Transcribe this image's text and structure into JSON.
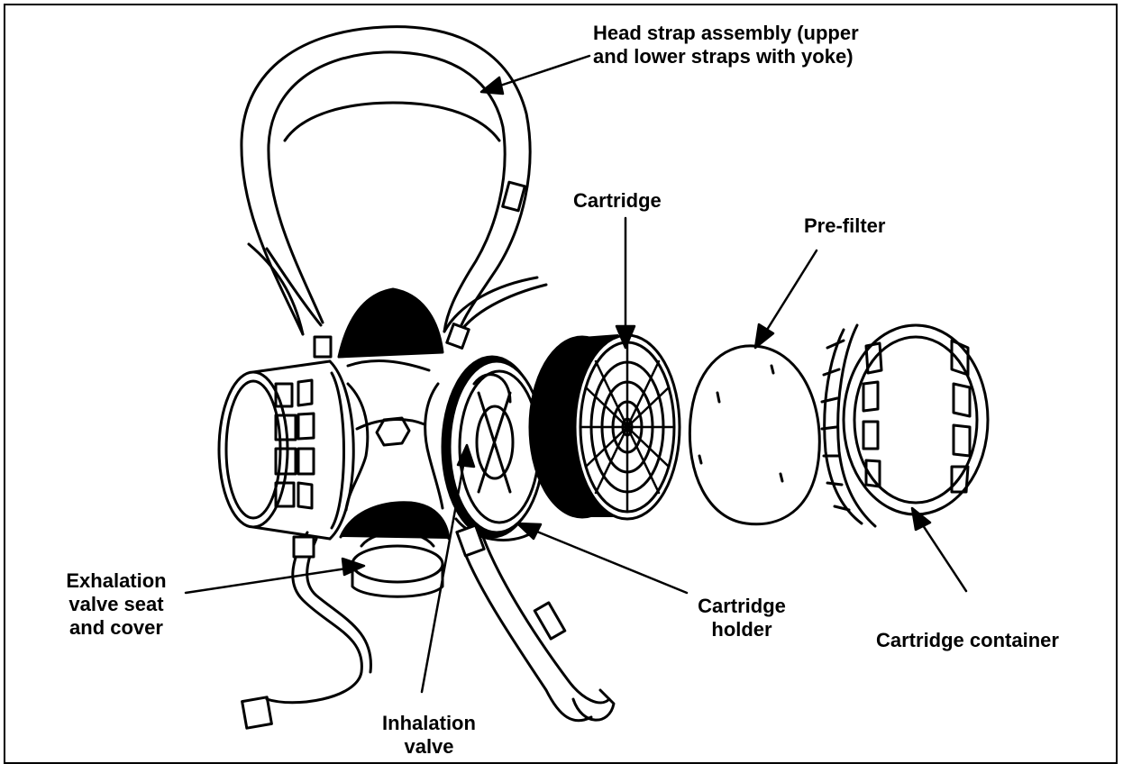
{
  "labels": {
    "head_strap": "Head strap assembly (upper\nand lower straps with yoke)",
    "cartridge": "Cartridge",
    "pre_filter": "Pre-filter",
    "exhalation": "Exhalation\nvalve seat\nand cover",
    "cartridge_holder": "Cartridge\nholder",
    "cartridge_container": "Cartridge container",
    "inhalation": "Inhalation\nvalve"
  },
  "colors": {
    "ink": "#000000",
    "background": "#ffffff"
  }
}
